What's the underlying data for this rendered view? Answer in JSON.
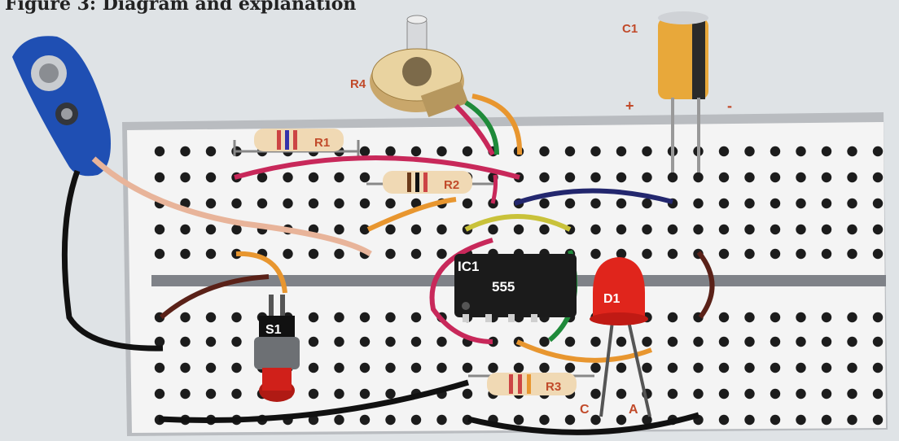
{
  "figure": {
    "caption": "Figure 3: Diagram and explanation",
    "components": {
      "battery_clip": "",
      "potentiometer": "R4",
      "capacitor": "C1",
      "cap_plus": "+",
      "cap_minus": "-",
      "resistor_1": "R1",
      "resistor_2": "R2",
      "resistor_3": "R3",
      "ic_ref": "IC1",
      "ic_part": "555",
      "led": "D1",
      "led_cathode": "C",
      "led_anode": "A",
      "switch": "S1"
    }
  },
  "colors": {
    "board": "#f3f3f3",
    "hole": "#1c1c1c",
    "rail": "#7f8288",
    "wire_red": "#c8285a",
    "wire_orange": "#e8962f",
    "wire_green": "#1f8a3a",
    "wire_blue": "#23276e",
    "wire_yellow": "#c9c23a",
    "wire_brown": "#5a2118",
    "wire_black": "#111111",
    "battery": "#1f4fb3",
    "capacitor": "#e8a83a",
    "led": "#e0251c"
  }
}
